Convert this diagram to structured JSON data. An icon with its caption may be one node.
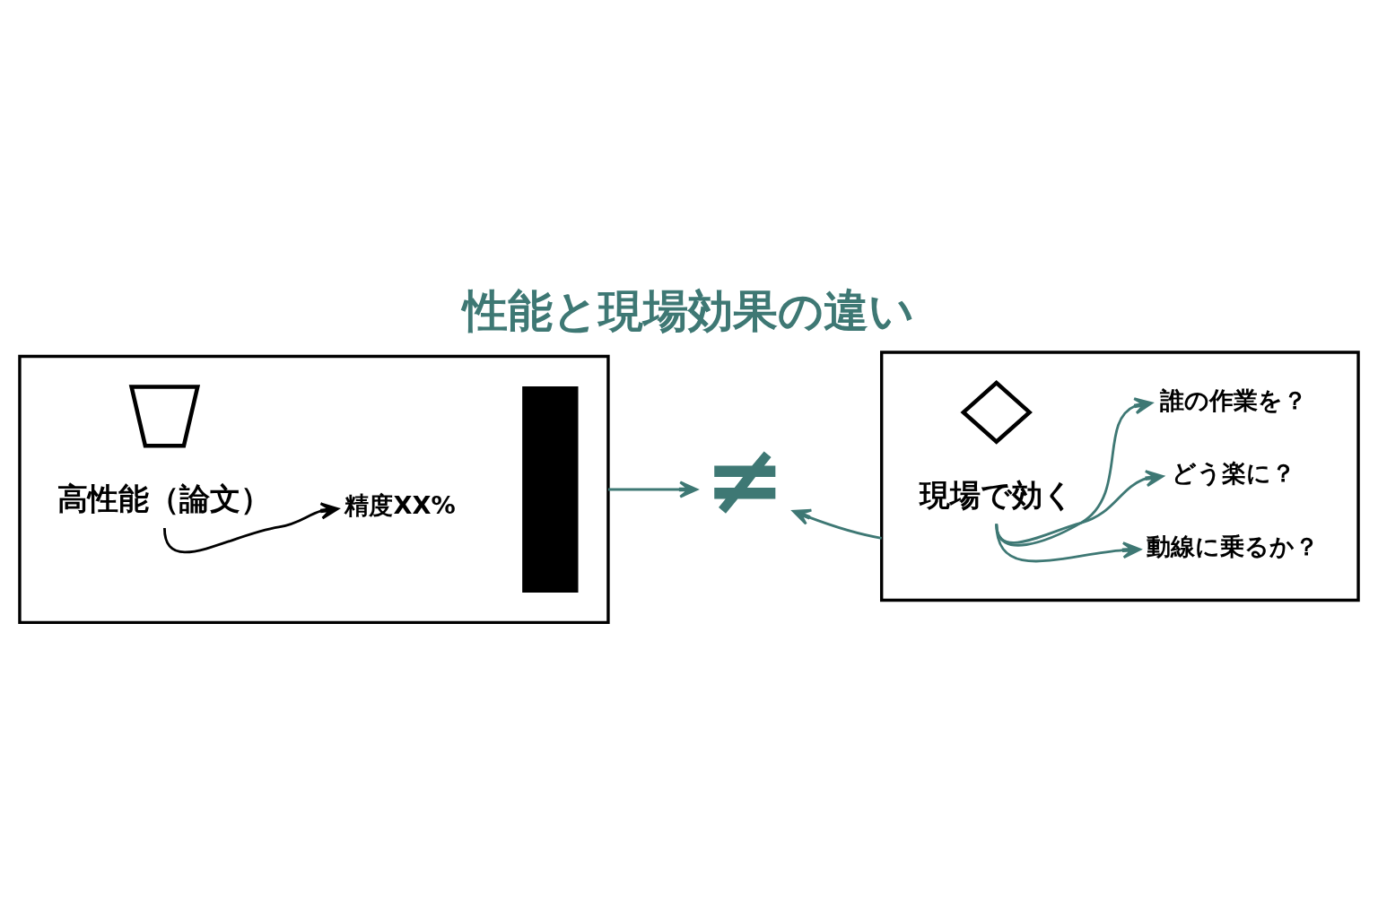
{
  "diagram": {
    "title": "性能と現場効果の違い",
    "nodes": [
      {
        "text": [],
        "shape": "box"
      },
      {
        "text": [],
        "shape": "picture",
        "in": 0
      },
      {
        "text": [
          "高性能（論文）"
        ],
        "in": 0
      },
      {
        "text": [
          "精度XX%"
        ],
        "in": 0
      },
      {
        "text": [],
        "shape": "bar",
        "in": 0
      },
      {
        "text": [
          "≠"
        ]
      },
      {
        "text": [],
        "shape": "box"
      },
      {
        "text": [],
        "shape": "picture",
        "in": 6
      },
      {
        "text": [
          "現場で効く"
        ],
        "in": 6
      },
      {
        "text": [
          "誰の作業を？"
        ],
        "in": 6
      },
      {
        "text": [
          "どう楽に？"
        ],
        "in": 6
      },
      {
        "text": [
          "動線に乗るか？"
        ],
        "in": 6
      }
    ],
    "edges": [
      {
        "from": 2,
        "to": 3,
        "arrow": "to",
        "color": "#000000"
      },
      {
        "from": 0,
        "to": 5,
        "arrow": "to"
      },
      {
        "from": 6,
        "to": 5,
        "arrow": "to"
      },
      {
        "from": 8,
        "to": 9,
        "arrow": "to"
      },
      {
        "from": 8,
        "to": 10,
        "arrow": "to"
      },
      {
        "from": 8,
        "to": 11,
        "arrow": "to"
      }
    ]
  }
}
